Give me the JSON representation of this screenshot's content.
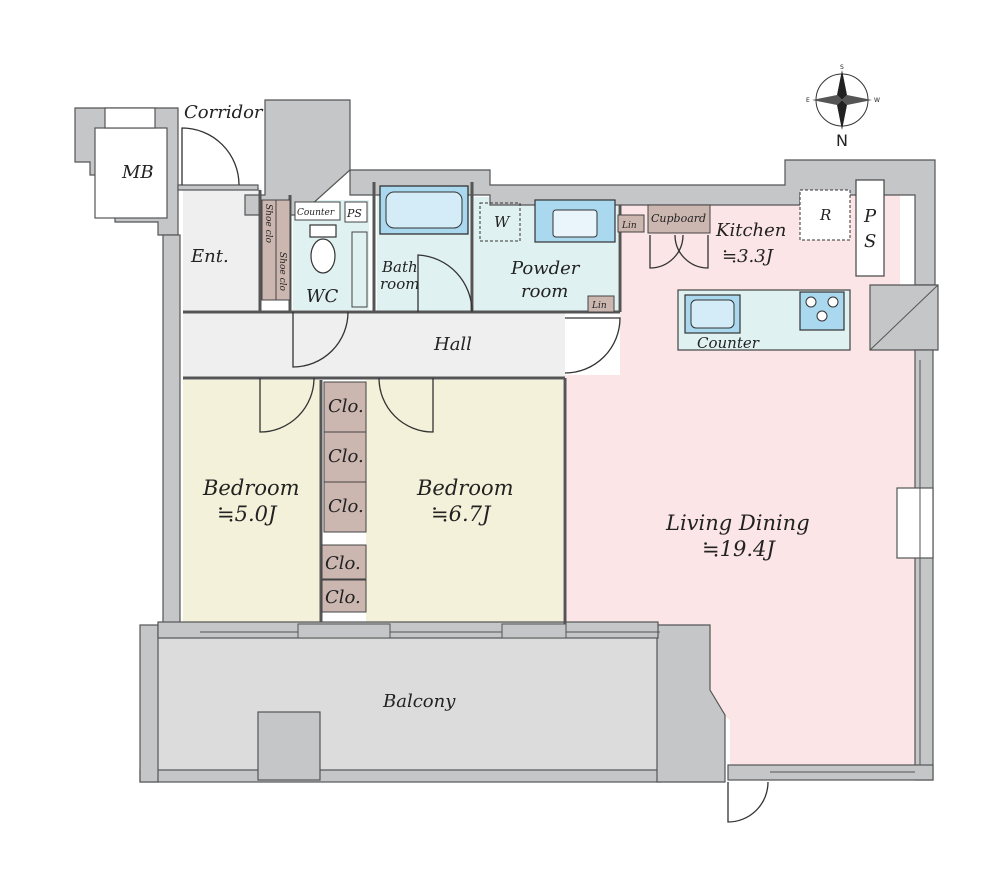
{
  "compass": {
    "north_label": "N",
    "ring_labels": [
      "S",
      "E",
      "W"
    ],
    "icon": "compass-rose-icon"
  },
  "rooms": {
    "corridor": "Corridor",
    "mb": "MB",
    "entrance": "Ent.",
    "shoe_closet_1": "Shoe clo",
    "shoe_closet_2": "Shoe clo",
    "counter_wc": "Counter",
    "ps_small": "PS",
    "wc": "WC",
    "bath_line1": "Bath",
    "bath_line2": "room",
    "washer": "W",
    "powder_line1": "Powder",
    "powder_line2": "room",
    "linen_1": "Lin",
    "linen_2": "Lin",
    "cupboard": "Cupboard",
    "kitchen": "Kitchen",
    "kitchen_size": "≒3.3J",
    "refrigerator": "R",
    "ps_p": "P",
    "ps_s": "S",
    "counter_kitchen": "Counter",
    "hall": "Hall",
    "closet_1": "Clo.",
    "closet_2": "Clo.",
    "closet_3": "Clo.",
    "closet_4": "Clo.",
    "closet_5": "Clo.",
    "bedroom_left": "Bedroom",
    "bedroom_left_size": "≒5.0J",
    "bedroom_right": "Bedroom",
    "bedroom_right_size": "≒6.7J",
    "living": "Living Dining",
    "living_size": "≒19.4J",
    "balcony": "Balcony"
  },
  "colors": {
    "living": "#fbe5e6",
    "bedroom": "#f3f1d9",
    "wet": "#e0f1f1",
    "closet": "#cbb6b0",
    "hall": "#efeff0",
    "balcony": "#dcdcdc",
    "wall": "#c4c6c8",
    "tub": "#aad8ee"
  }
}
